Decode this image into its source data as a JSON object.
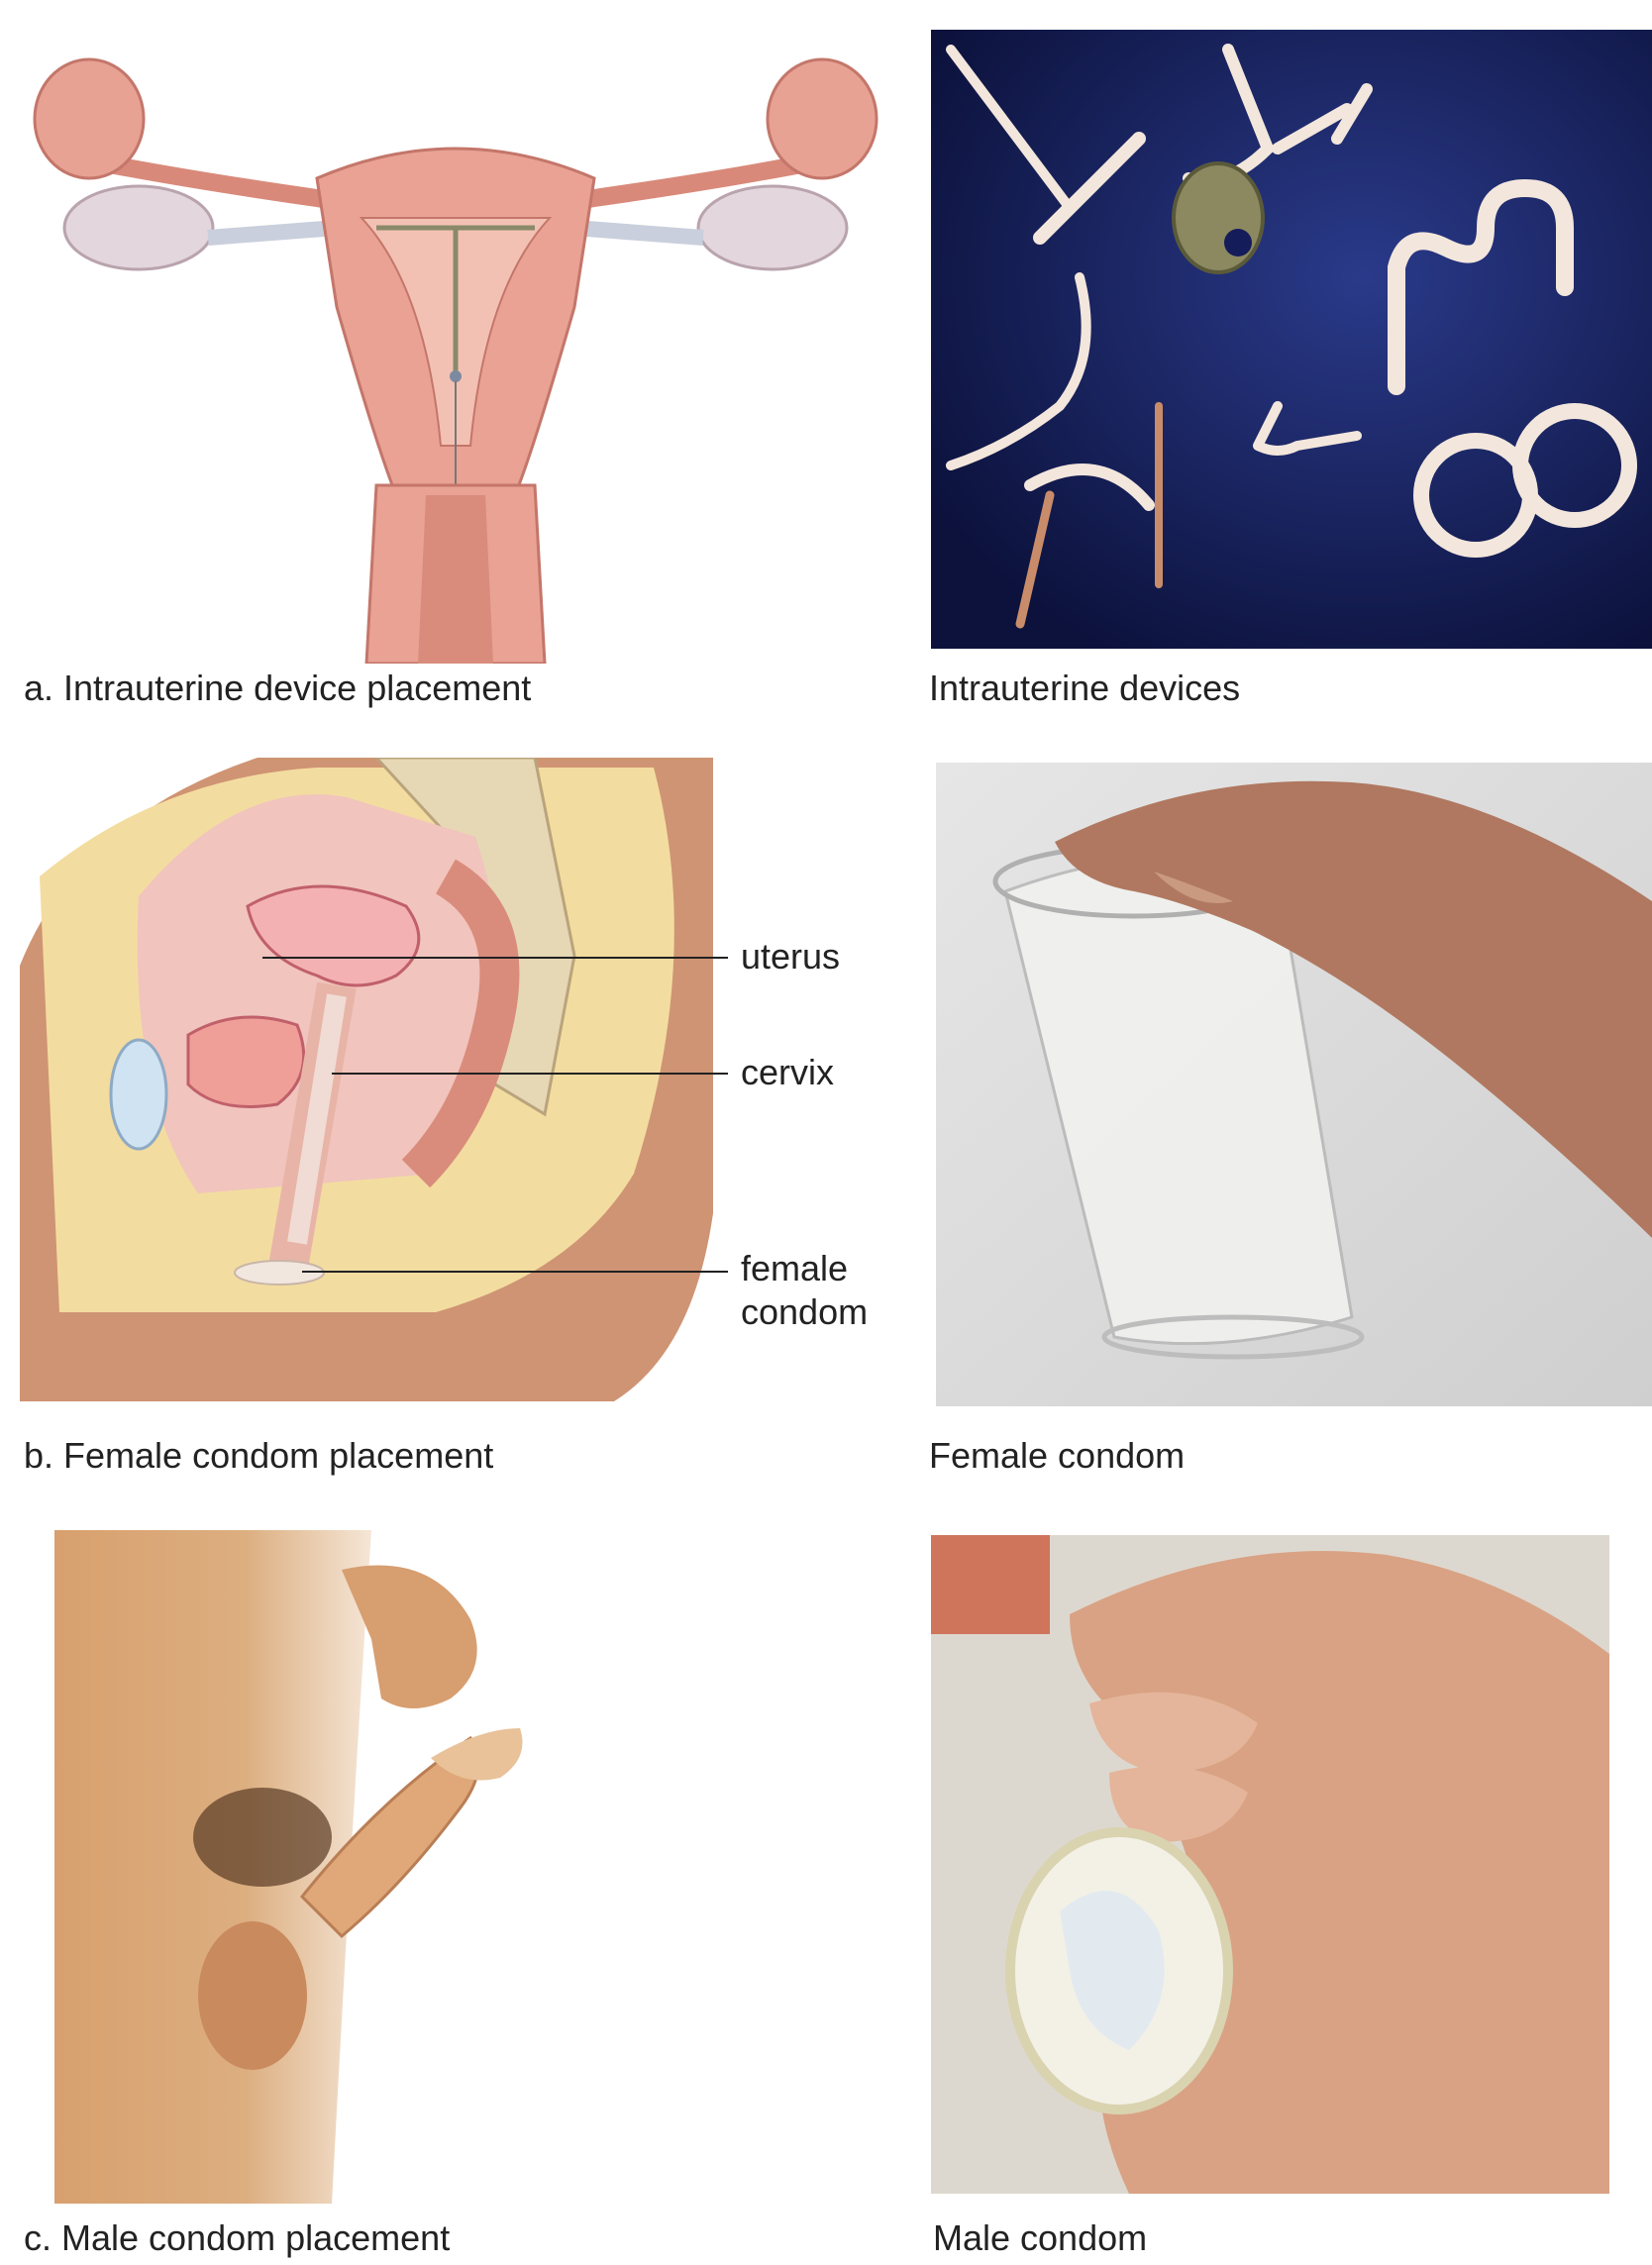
{
  "panels": {
    "a": {
      "caption": "a. Intrauterine device placement",
      "photo_caption": "Intrauterine devices"
    },
    "b": {
      "caption": "b. Female condom placement",
      "photo_caption": "Female condom",
      "labels": {
        "uterus": "uterus",
        "cervix": "cervix",
        "female_condom_1": "female",
        "female_condom_2": "condom"
      }
    },
    "c": {
      "caption": "c. Male condom placement",
      "photo_caption": "Male condom"
    }
  },
  "colors": {
    "flesh_pink": "#e9a293",
    "iud_photo_bg": "#141c5a",
    "skin_tan": "#d9a574",
    "photo_grey": "#dcdcdc"
  }
}
